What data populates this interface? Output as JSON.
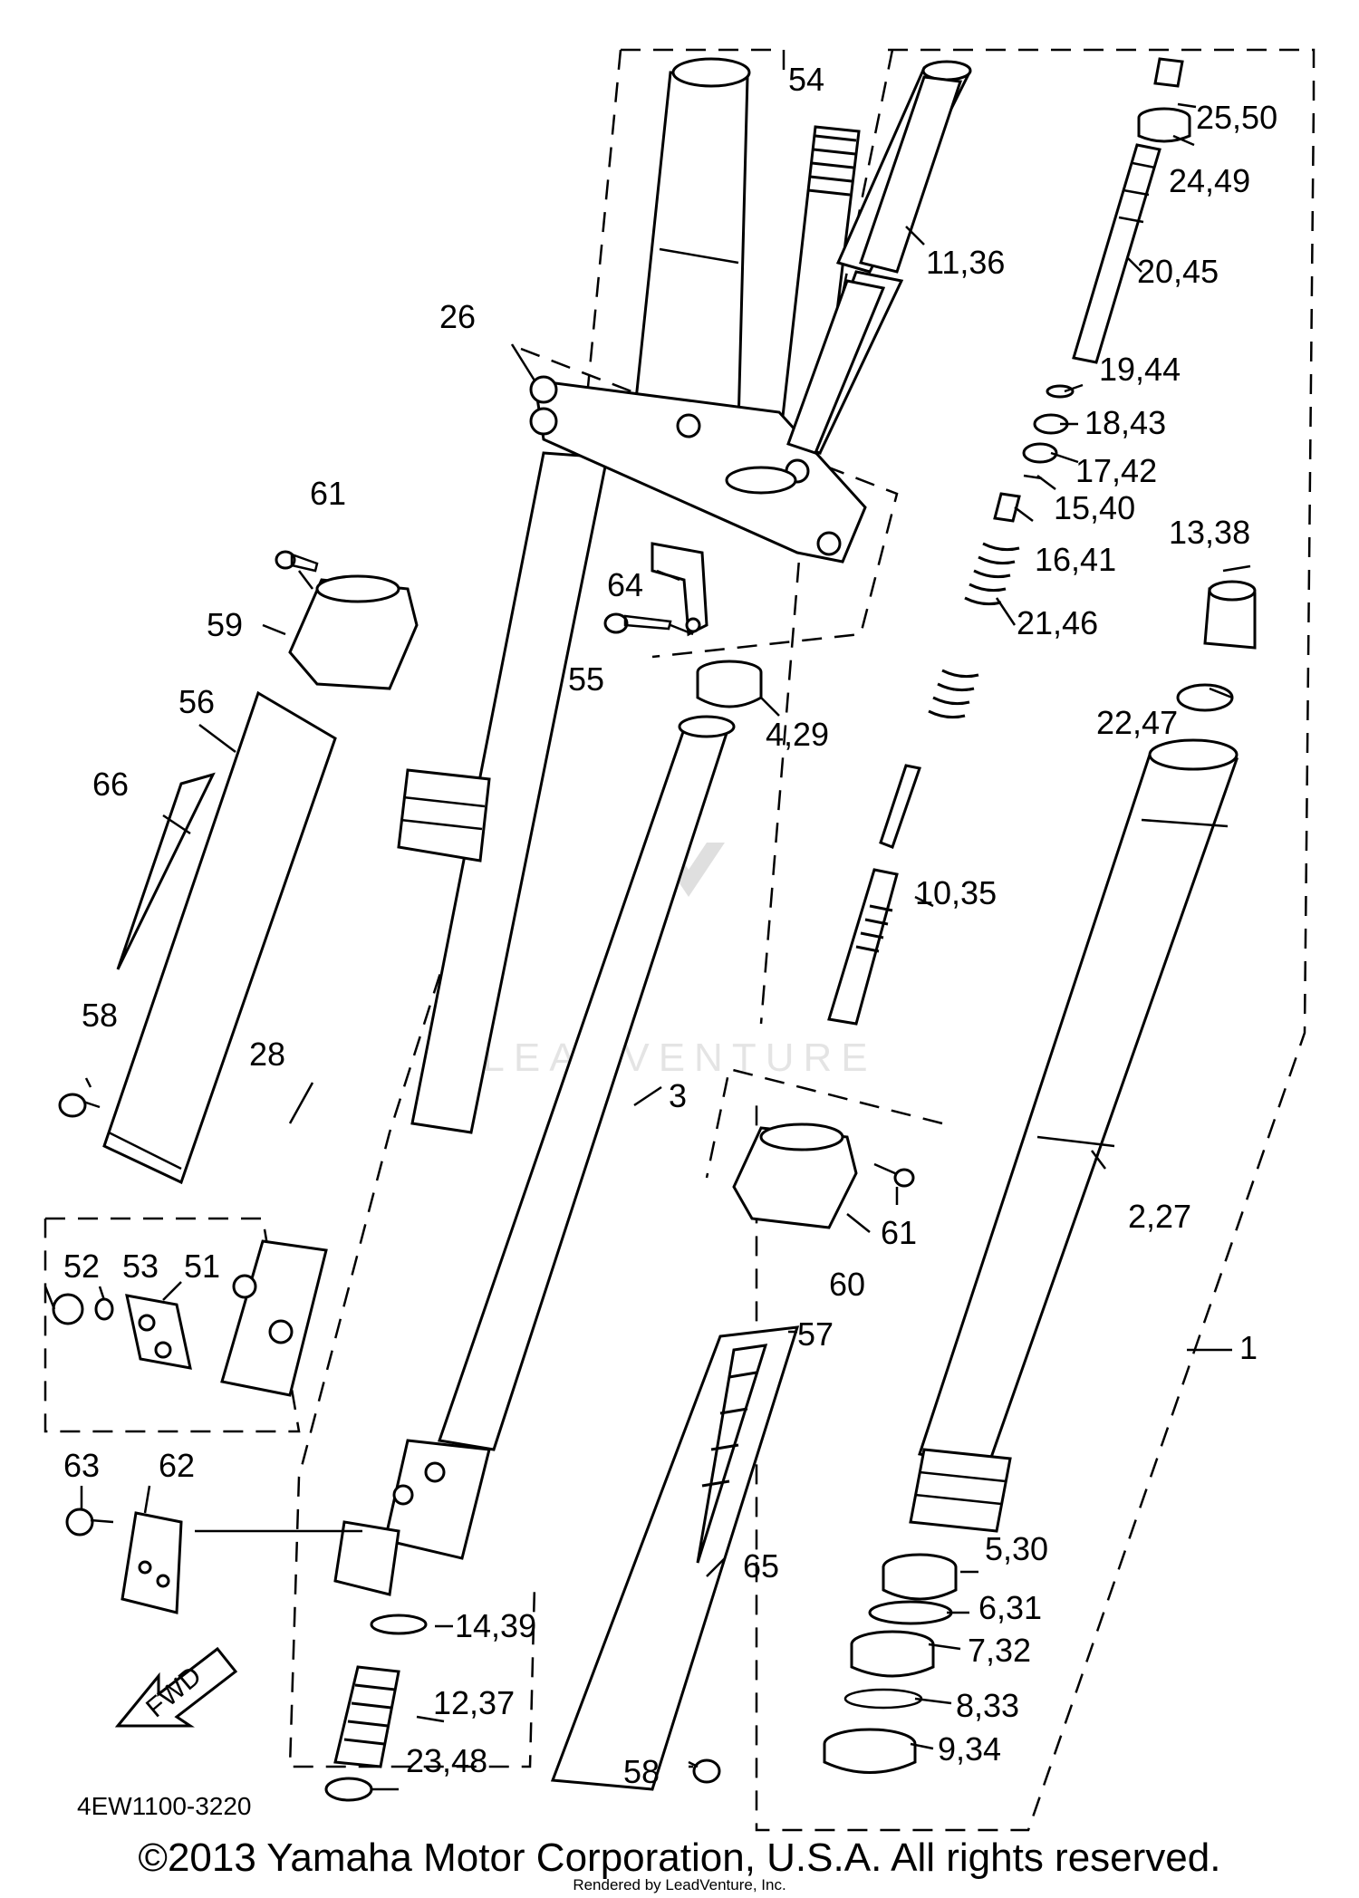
{
  "diagram": {
    "drawing_code": "4EW1100-3220",
    "direction_arrow": "FWD",
    "watermark": "LEADVENTURE",
    "copyright": "©2013 Yamaha Motor Corporation, U.S.A. All rights reserved.",
    "rendered_by": "Rendered by LeadVenture, Inc.",
    "callouts": {
      "c1": "1",
      "c227": "2,27",
      "c3": "3",
      "c429": "4,29",
      "c530": "5,30",
      "c631": "6,31",
      "c732": "7,32",
      "c833": "8,33",
      "c934": "9,34",
      "c1035": "10,35",
      "c1136": "11,36",
      "c1237": "12,37",
      "c1338": "13,38",
      "c1439": "14,39",
      "c1540": "15,40",
      "c1641": "16,41",
      "c1742": "17,42",
      "c1843": "18,43",
      "c1944": "19,44",
      "c2045": "20,45",
      "c2146": "21,46",
      "c2247": "22,47",
      "c2348": "23,48",
      "c2449": "24,49",
      "c2550": "25,50",
      "c26": "26",
      "c28": "28",
      "c51": "51",
      "c52": "52",
      "c53": "53",
      "c54": "54",
      "c55": "55",
      "c56": "56",
      "c57": "57",
      "c58a": "58",
      "c58b": "58",
      "c59": "59",
      "c60": "60",
      "c61a": "61",
      "c61b": "61",
      "c62": "62",
      "c63": "63",
      "c64": "64",
      "c65": "65",
      "c66": "66"
    }
  }
}
